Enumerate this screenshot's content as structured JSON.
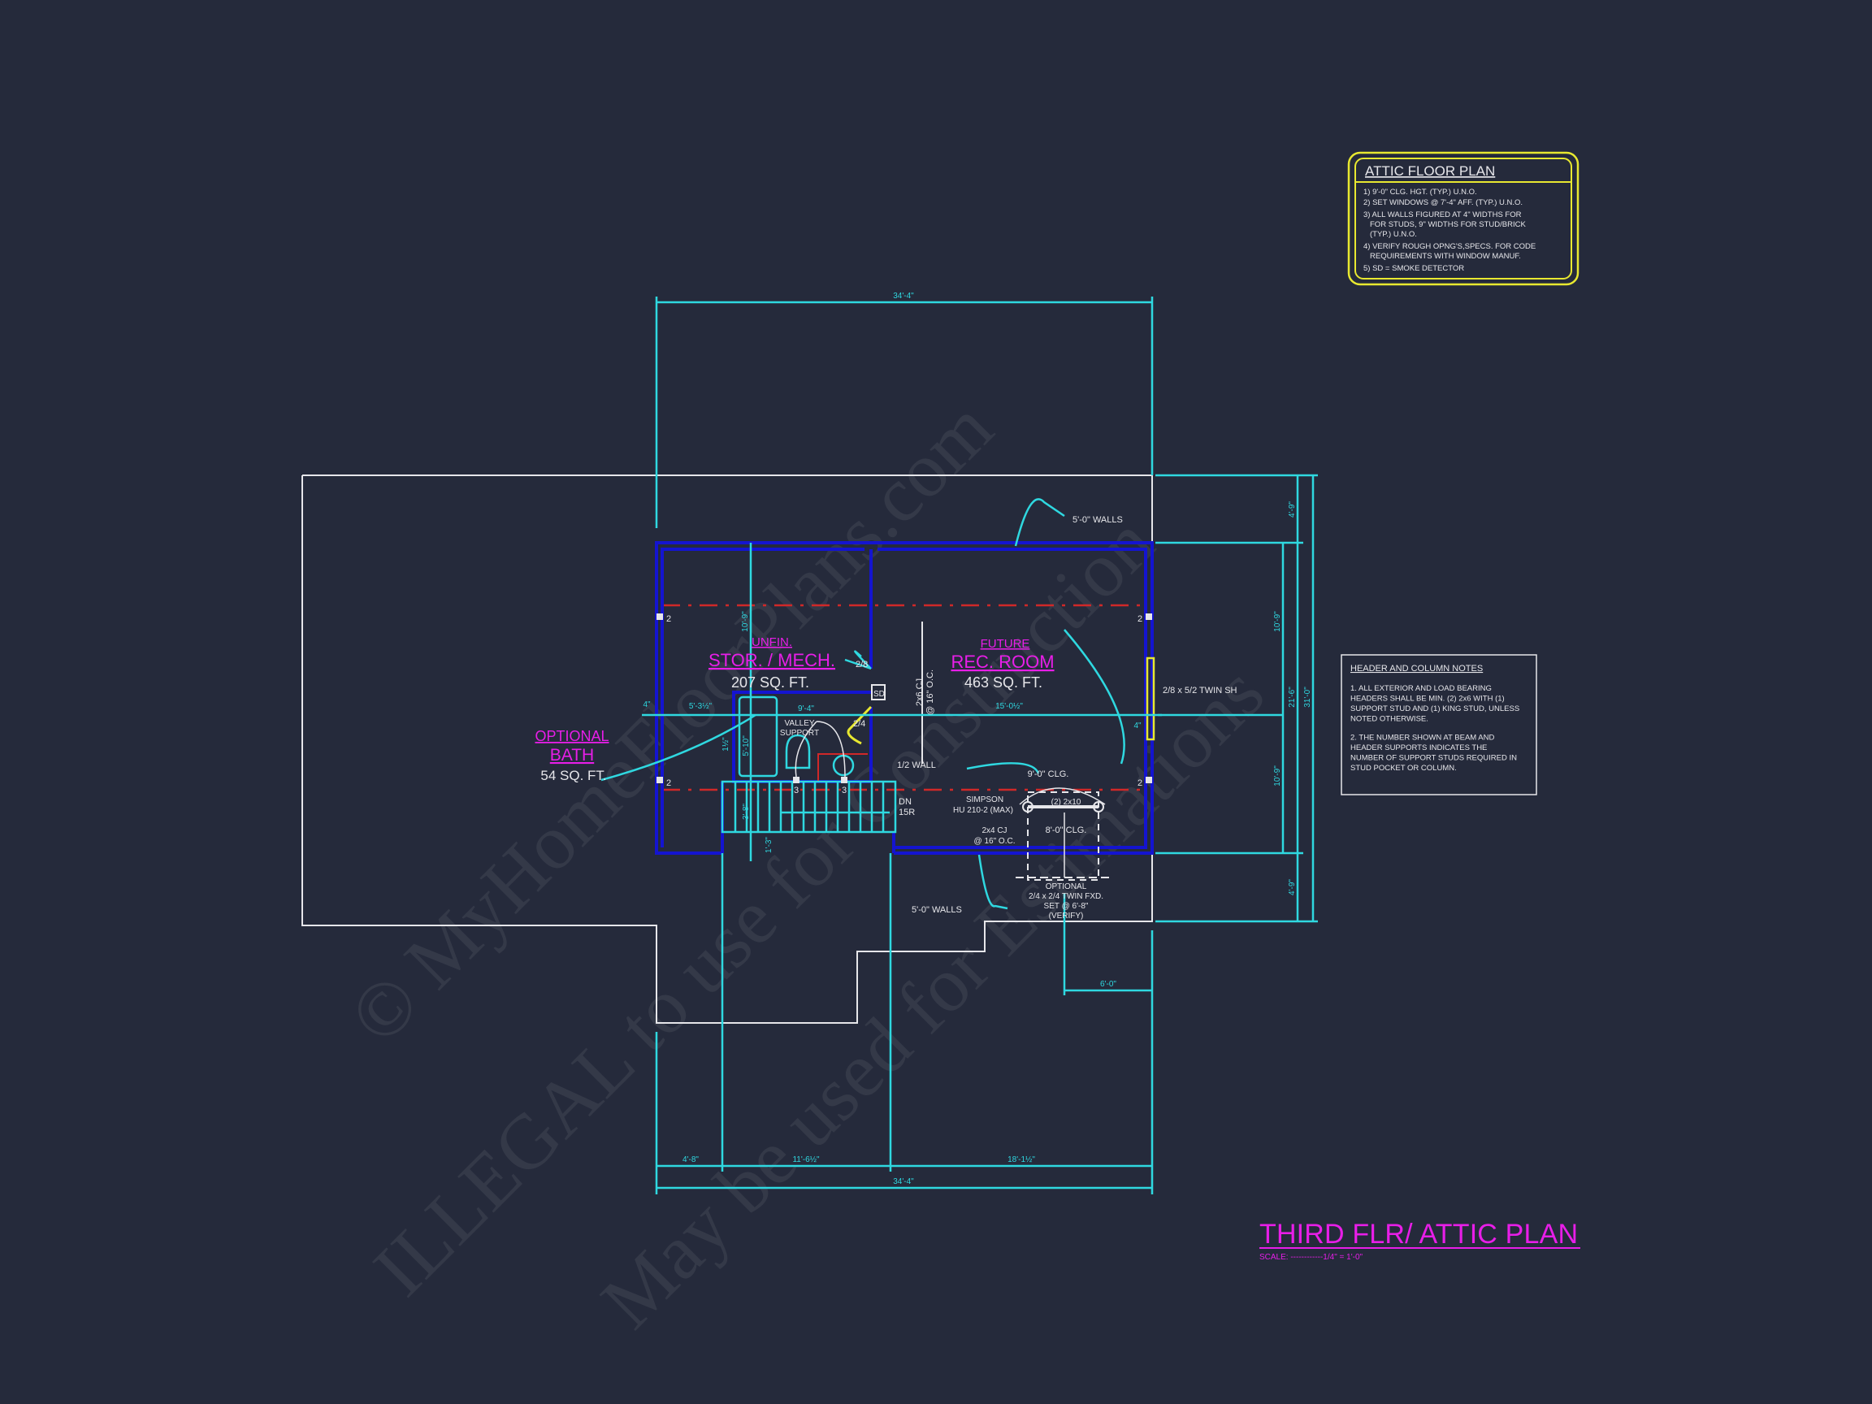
{
  "colors": {
    "background": "#252a3b",
    "dimension": "#2fd8e0",
    "wall": "#1414d0",
    "room_label": "#e81ee8",
    "notes_border": "#e8e830",
    "text": "#e6e6ea",
    "ridge_line": "#d02828"
  },
  "watermark": {
    "line1": "© MyHomeFloorPlans.com",
    "line2": "ILLEGAL to use for Construction",
    "line3": "May be used for Estimations"
  },
  "attic_notes": {
    "title": "ATTIC FLOOR PLAN",
    "lines": [
      "1) 9'-0\" CLG. HGT. (TYP.) U.N.O.",
      "2) SET WINDOWS @ 7'-4\" AFF. (TYP.) U.N.O.",
      "3) ALL WALLS FIGURED AT 4\" WIDTHS FOR",
      "FOR STUDS, 9\" WIDTHS FOR STUD/BRICK",
      "(TYP.) U.N.O.",
      "4) VERIFY ROUGH OPNG'S,SPECS. FOR CODE",
      "REQUIREMENTS WITH WINDOW MANUF.",
      "5) SD = SMOKE DETECTOR"
    ]
  },
  "header_notes": {
    "title": "HEADER AND COLUMN NOTES",
    "lines": [
      "1. ALL EXTERIOR AND LOAD BEARING",
      "HEADERS SHALL BE MIN. (2) 2x6 WITH (1)",
      "SUPPORT STUD AND (1) KING STUD, UNLESS",
      "NOTED OTHERWISE.",
      "2. THE NUMBER SHOWN AT BEAM AND",
      "HEADER SUPPORTS INDICATES THE",
      "NUMBER OF SUPPORT STUDS REQUIRED IN",
      "STUD POCKET OR COLUMN."
    ]
  },
  "drawing_title": {
    "title": "THIRD FLR/ ATTIC PLAN",
    "scale": "SCALE: ------------1/4\" = 1'-0\""
  },
  "rooms": [
    {
      "line1": "UNFIN.",
      "line2": "STOR. / MECH.",
      "area": "207 SQ. FT."
    },
    {
      "line1": "FUTURE",
      "line2": "REC. ROOM",
      "area": "463 SQ. FT."
    },
    {
      "line1": "OPTIONAL",
      "line2": "BATH",
      "area": "54 SQ. FT."
    }
  ],
  "dimensions": {
    "top_overall": "34'-4\"",
    "bottom_overall": "34'-4\"",
    "bottom_segments": [
      "4'-8\"",
      "11'-6½\"",
      "18'-1½\""
    ],
    "right_outer": "31'-0\"",
    "right_middle": "21'-6\"",
    "right_segments": [
      "4'-9\"",
      "10'-9\"",
      "10'-9\"",
      "4'-9\""
    ],
    "horizontal_interior": [
      "4\"",
      "5'-3½\"",
      "9'-4\"",
      "15'-0½\"",
      "4\""
    ],
    "dormer_offset": "6'-0\"",
    "stor_depth": "10'-9\"",
    "tub_length": "5'-10\"",
    "tub_gap": "1½\"",
    "stair_width": "3'-8\"",
    "stair_offset": "1'-3\""
  },
  "annotations": {
    "walls_top": "5'-0\" WALLS",
    "walls_bottom": "5'-0\" WALLS",
    "window": "2/8 x 5/2 TWIN SH",
    "door_1": "2/8",
    "door_2": "2/4",
    "smoke_detector": "SD",
    "ceiling_joist_1": "2x6 CJ",
    "ceiling_joist_2": "@ 16\" O.C.",
    "valley_1": "VALLEY",
    "valley_2": "SUPPORT",
    "half_wall": "1/2 WALL",
    "stair_dn": "DN",
    "stair_risers": "15R",
    "clg_9": "9'-0\" CLG.",
    "simpson_1": "SIMPSON",
    "simpson_2": "HU 210-2 (MAX)",
    "beam": "(2) 2x10",
    "cj_1": "2x4 CJ",
    "cj_2": "@ 16\" O.C.",
    "clg_8": "8'-0\" CLG.",
    "dormer_1": "OPTIONAL",
    "dormer_2": "2/4 x 2/4 TWIN FXD.",
    "dormer_3": "SET @ 6'-8\"",
    "dormer_4": "(VERIFY)",
    "stud_2": "2",
    "stud_3": "3"
  }
}
